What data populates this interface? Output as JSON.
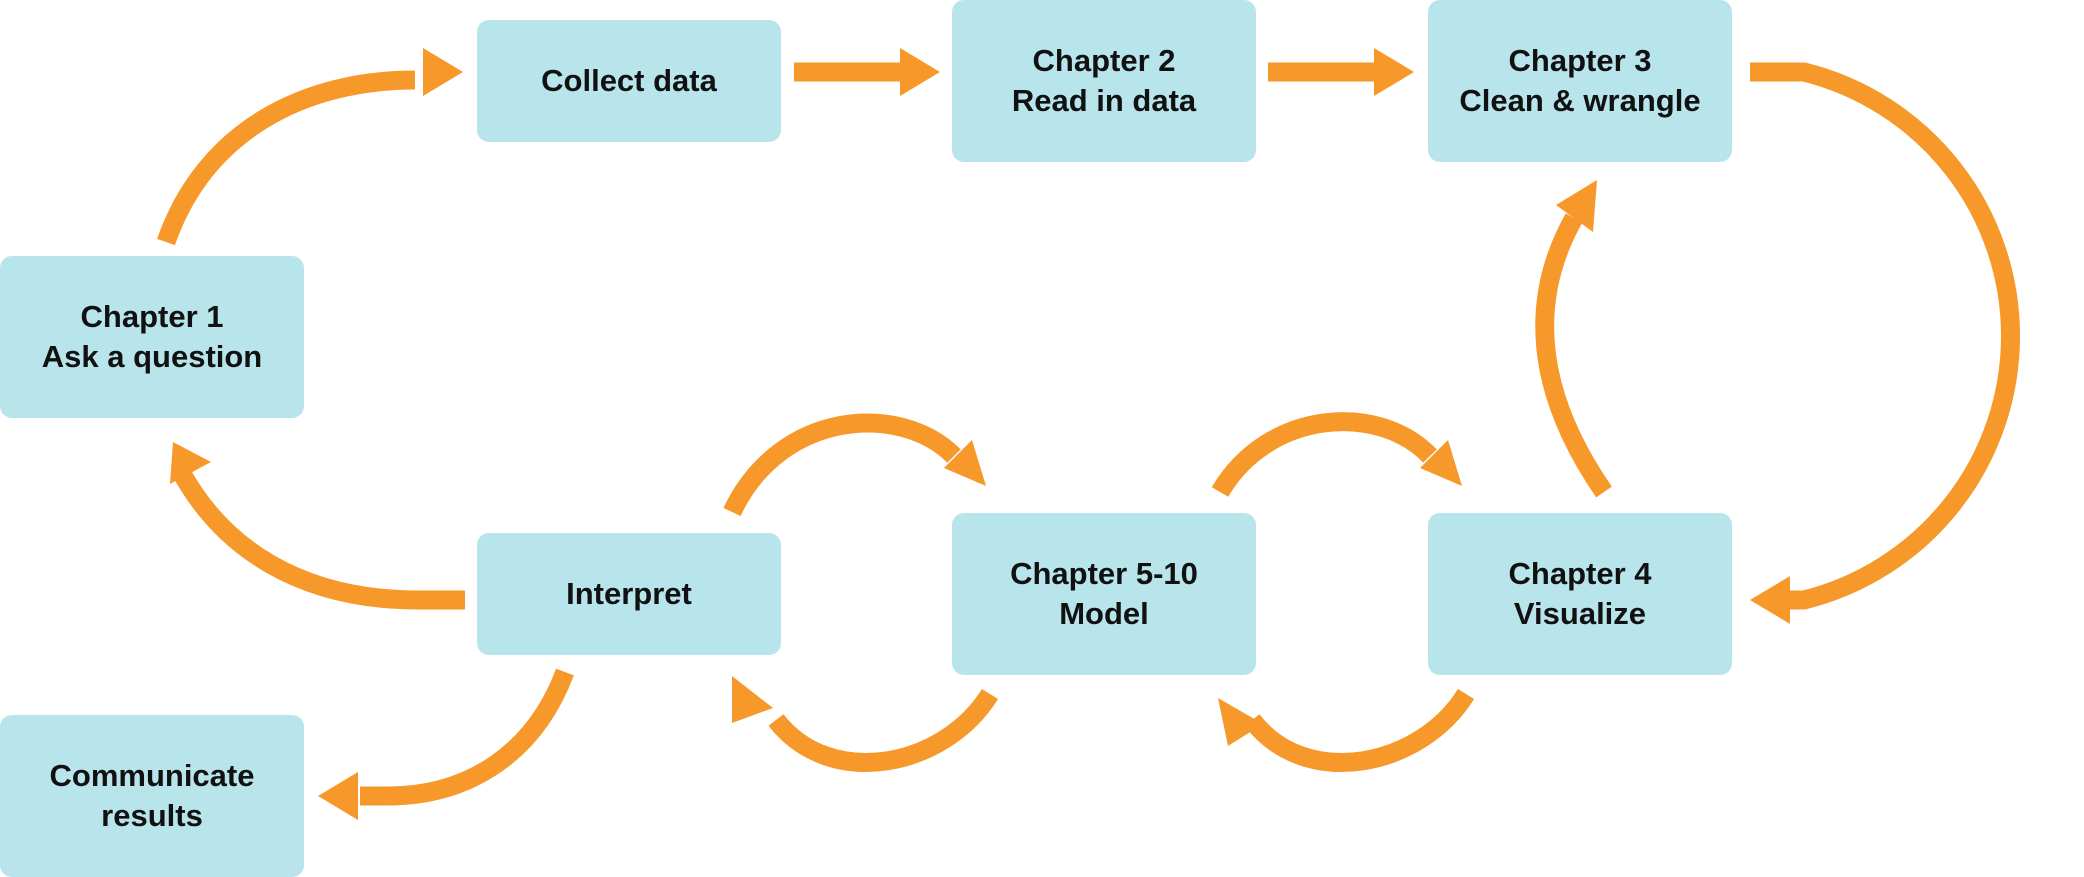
{
  "colors": {
    "node_fill": "#b8e4ec",
    "arrow": "#f7982a",
    "text": "#111111"
  },
  "nodes": {
    "collect": {
      "lines": [
        "Collect data"
      ]
    },
    "chapter2": {
      "lines": [
        "Chapter 2",
        "Read in data"
      ]
    },
    "chapter3": {
      "lines": [
        "Chapter 3",
        "Clean & wrangle"
      ]
    },
    "chapter1": {
      "lines": [
        "Chapter 1",
        "Ask a question"
      ]
    },
    "interpret": {
      "lines": [
        "Interpret"
      ]
    },
    "model": {
      "lines": [
        "Chapter 5-10",
        "Model"
      ]
    },
    "chapter4": {
      "lines": [
        "Chapter 4",
        "Visualize"
      ]
    },
    "communicate": {
      "lines": [
        "Communicate",
        "results"
      ]
    }
  },
  "edges": [
    {
      "from": "chapter1",
      "to": "collect"
    },
    {
      "from": "collect",
      "to": "chapter2"
    },
    {
      "from": "chapter2",
      "to": "chapter3"
    },
    {
      "from": "chapter3",
      "to": "chapter4"
    },
    {
      "from": "chapter4",
      "to": "chapter3"
    },
    {
      "from": "chapter4",
      "to": "model"
    },
    {
      "from": "model",
      "to": "chapter4"
    },
    {
      "from": "model",
      "to": "interpret"
    },
    {
      "from": "interpret",
      "to": "model"
    },
    {
      "from": "interpret",
      "to": "chapter1"
    },
    {
      "from": "interpret",
      "to": "communicate"
    }
  ]
}
